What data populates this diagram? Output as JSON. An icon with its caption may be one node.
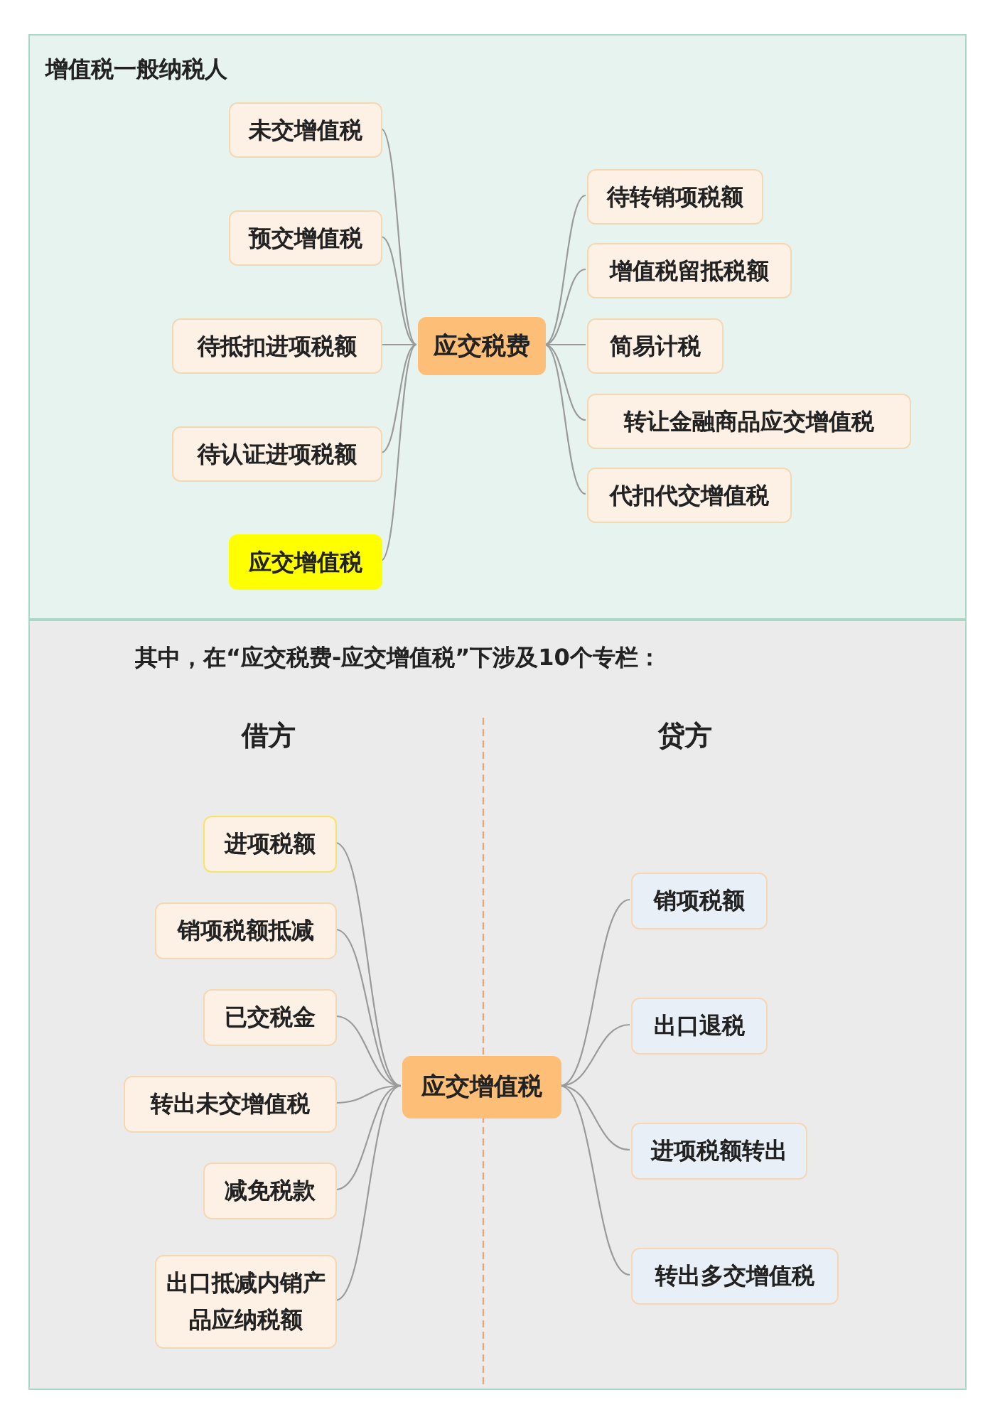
{
  "diagram": {
    "nodes": [
      {
        "text": [
          "增值税一般纳税人"
        ]
      },
      {
        "text": [
          "应交税费"
        ],
        "in": 0
      },
      {
        "text": [
          "未交增值税"
        ],
        "in": 0
      },
      {
        "text": [
          "预交增值税"
        ],
        "in": 0
      },
      {
        "text": [
          "待抵扣进项税额"
        ],
        "in": 0
      },
      {
        "text": [
          "待认证进项税额"
        ],
        "in": 0
      },
      {
        "text": [
          "应交增值税"
        ],
        "in": 0
      },
      {
        "text": [
          "待转销项税额"
        ],
        "in": 0
      },
      {
        "text": [
          "增值税留抵税额"
        ],
        "in": 0
      },
      {
        "text": [
          "简易计税"
        ],
        "in": 0
      },
      {
        "text": [
          "转让金融商品应交增值税"
        ],
        "in": 0
      },
      {
        "text": [
          "代扣代交增值税"
        ],
        "in": 0
      },
      {
        "text": [
          "其中，在“应交税费-应交增值税”下涉及10个专栏："
        ]
      },
      {
        "text": [
          "应交增值税"
        ],
        "in": 12
      },
      {
        "text": [
          "进项税额"
        ],
        "in": 12
      },
      {
        "text": [
          "销项税额抵减"
        ],
        "in": 12
      },
      {
        "text": [
          "已交税金"
        ],
        "in": 12
      },
      {
        "text": [
          "转出未交增值税"
        ],
        "in": 12
      },
      {
        "text": [
          "减免税款"
        ],
        "in": 12
      },
      {
        "text": [
          "出口抵减内销产品应纳税额"
        ],
        "in": 12
      },
      {
        "text": [
          "销项税额"
        ],
        "in": 12
      },
      {
        "text": [
          "出口退税"
        ],
        "in": 12
      },
      {
        "text": [
          "进项税额转出"
        ],
        "in": 12
      },
      {
        "text": [
          "转出多交增值税"
        ],
        "in": 12
      }
    ],
    "edges": [
      {
        "from": 1,
        "to": 2,
        "arrow": "none"
      },
      {
        "from": 1,
        "to": 3,
        "arrow": "none"
      },
      {
        "from": 1,
        "to": 4,
        "arrow": "none"
      },
      {
        "from": 1,
        "to": 5,
        "arrow": "none"
      },
      {
        "from": 1,
        "to": 6,
        "arrow": "none"
      },
      {
        "from": 1,
        "to": 7,
        "arrow": "none"
      },
      {
        "from": 1,
        "to": 8,
        "arrow": "none"
      },
      {
        "from": 1,
        "to": 9,
        "arrow": "none"
      },
      {
        "from": 1,
        "to": 10,
        "arrow": "none"
      },
      {
        "from": 1,
        "to": 11,
        "arrow": "none"
      },
      {
        "from": 13,
        "to": 14,
        "arrow": "none"
      },
      {
        "from": 13,
        "to": 15,
        "arrow": "none"
      },
      {
        "from": 13,
        "to": 16,
        "arrow": "none"
      },
      {
        "from": 13,
        "to": 17,
        "arrow": "none"
      },
      {
        "from": 13,
        "to": 18,
        "arrow": "none"
      },
      {
        "from": 13,
        "to": 19,
        "arrow": "none"
      },
      {
        "from": 13,
        "to": 20,
        "arrow": "none"
      },
      {
        "from": 13,
        "to": 21,
        "arrow": "none"
      },
      {
        "from": 13,
        "to": 22,
        "arrow": "none"
      },
      {
        "from": 13,
        "to": 23,
        "arrow": "none"
      }
    ],
    "labels": [
      "借方",
      "贷方"
    ]
  }
}
